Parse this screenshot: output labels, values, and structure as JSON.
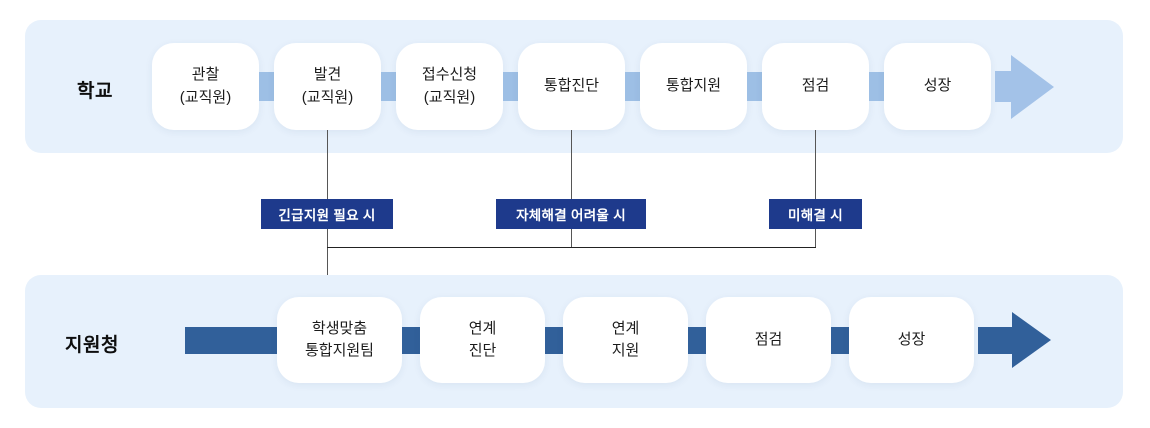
{
  "diagram_title": "student-support-flow",
  "colors": {
    "lane_background": "#e7f1fc",
    "light_accent": "#9dbfe5",
    "dark_accent": "#31609a",
    "badge_background": "#1e3a8c",
    "badge_text": "#ffffff",
    "card_background": "#ffffff",
    "card_text": "#1b1b1b"
  },
  "lanes": {
    "school": {
      "label": "학교",
      "steps": [
        {
          "line1": "관찰",
          "line2": "(교직원)"
        },
        {
          "line1": "발견",
          "line2": "(교직원)"
        },
        {
          "line1": "접수신청",
          "line2": "(교직원)"
        },
        {
          "line1": "통합진단"
        },
        {
          "line1": "통합지원"
        },
        {
          "line1": "점검"
        },
        {
          "line1": "성장"
        }
      ]
    },
    "office": {
      "label": "지원청",
      "steps": [
        {
          "line1": "학생맞춤",
          "line2": "통합지원팀"
        },
        {
          "line1": "연계",
          "line2": "진단"
        },
        {
          "line1": "연계",
          "line2": "지원"
        },
        {
          "line1": "점검"
        },
        {
          "line1": "성장"
        }
      ]
    }
  },
  "conditions": [
    {
      "label": "긴급지원 필요 시",
      "from": "발견",
      "to": "학생맞춤 통합지원팀"
    },
    {
      "label": "자체해결 어려울 시",
      "from": "통합진단",
      "to": "학생맞춤 통합지원팀"
    },
    {
      "label": "미해결 시",
      "from": "점검",
      "to": "학생맞춤 통합지원팀"
    }
  ]
}
